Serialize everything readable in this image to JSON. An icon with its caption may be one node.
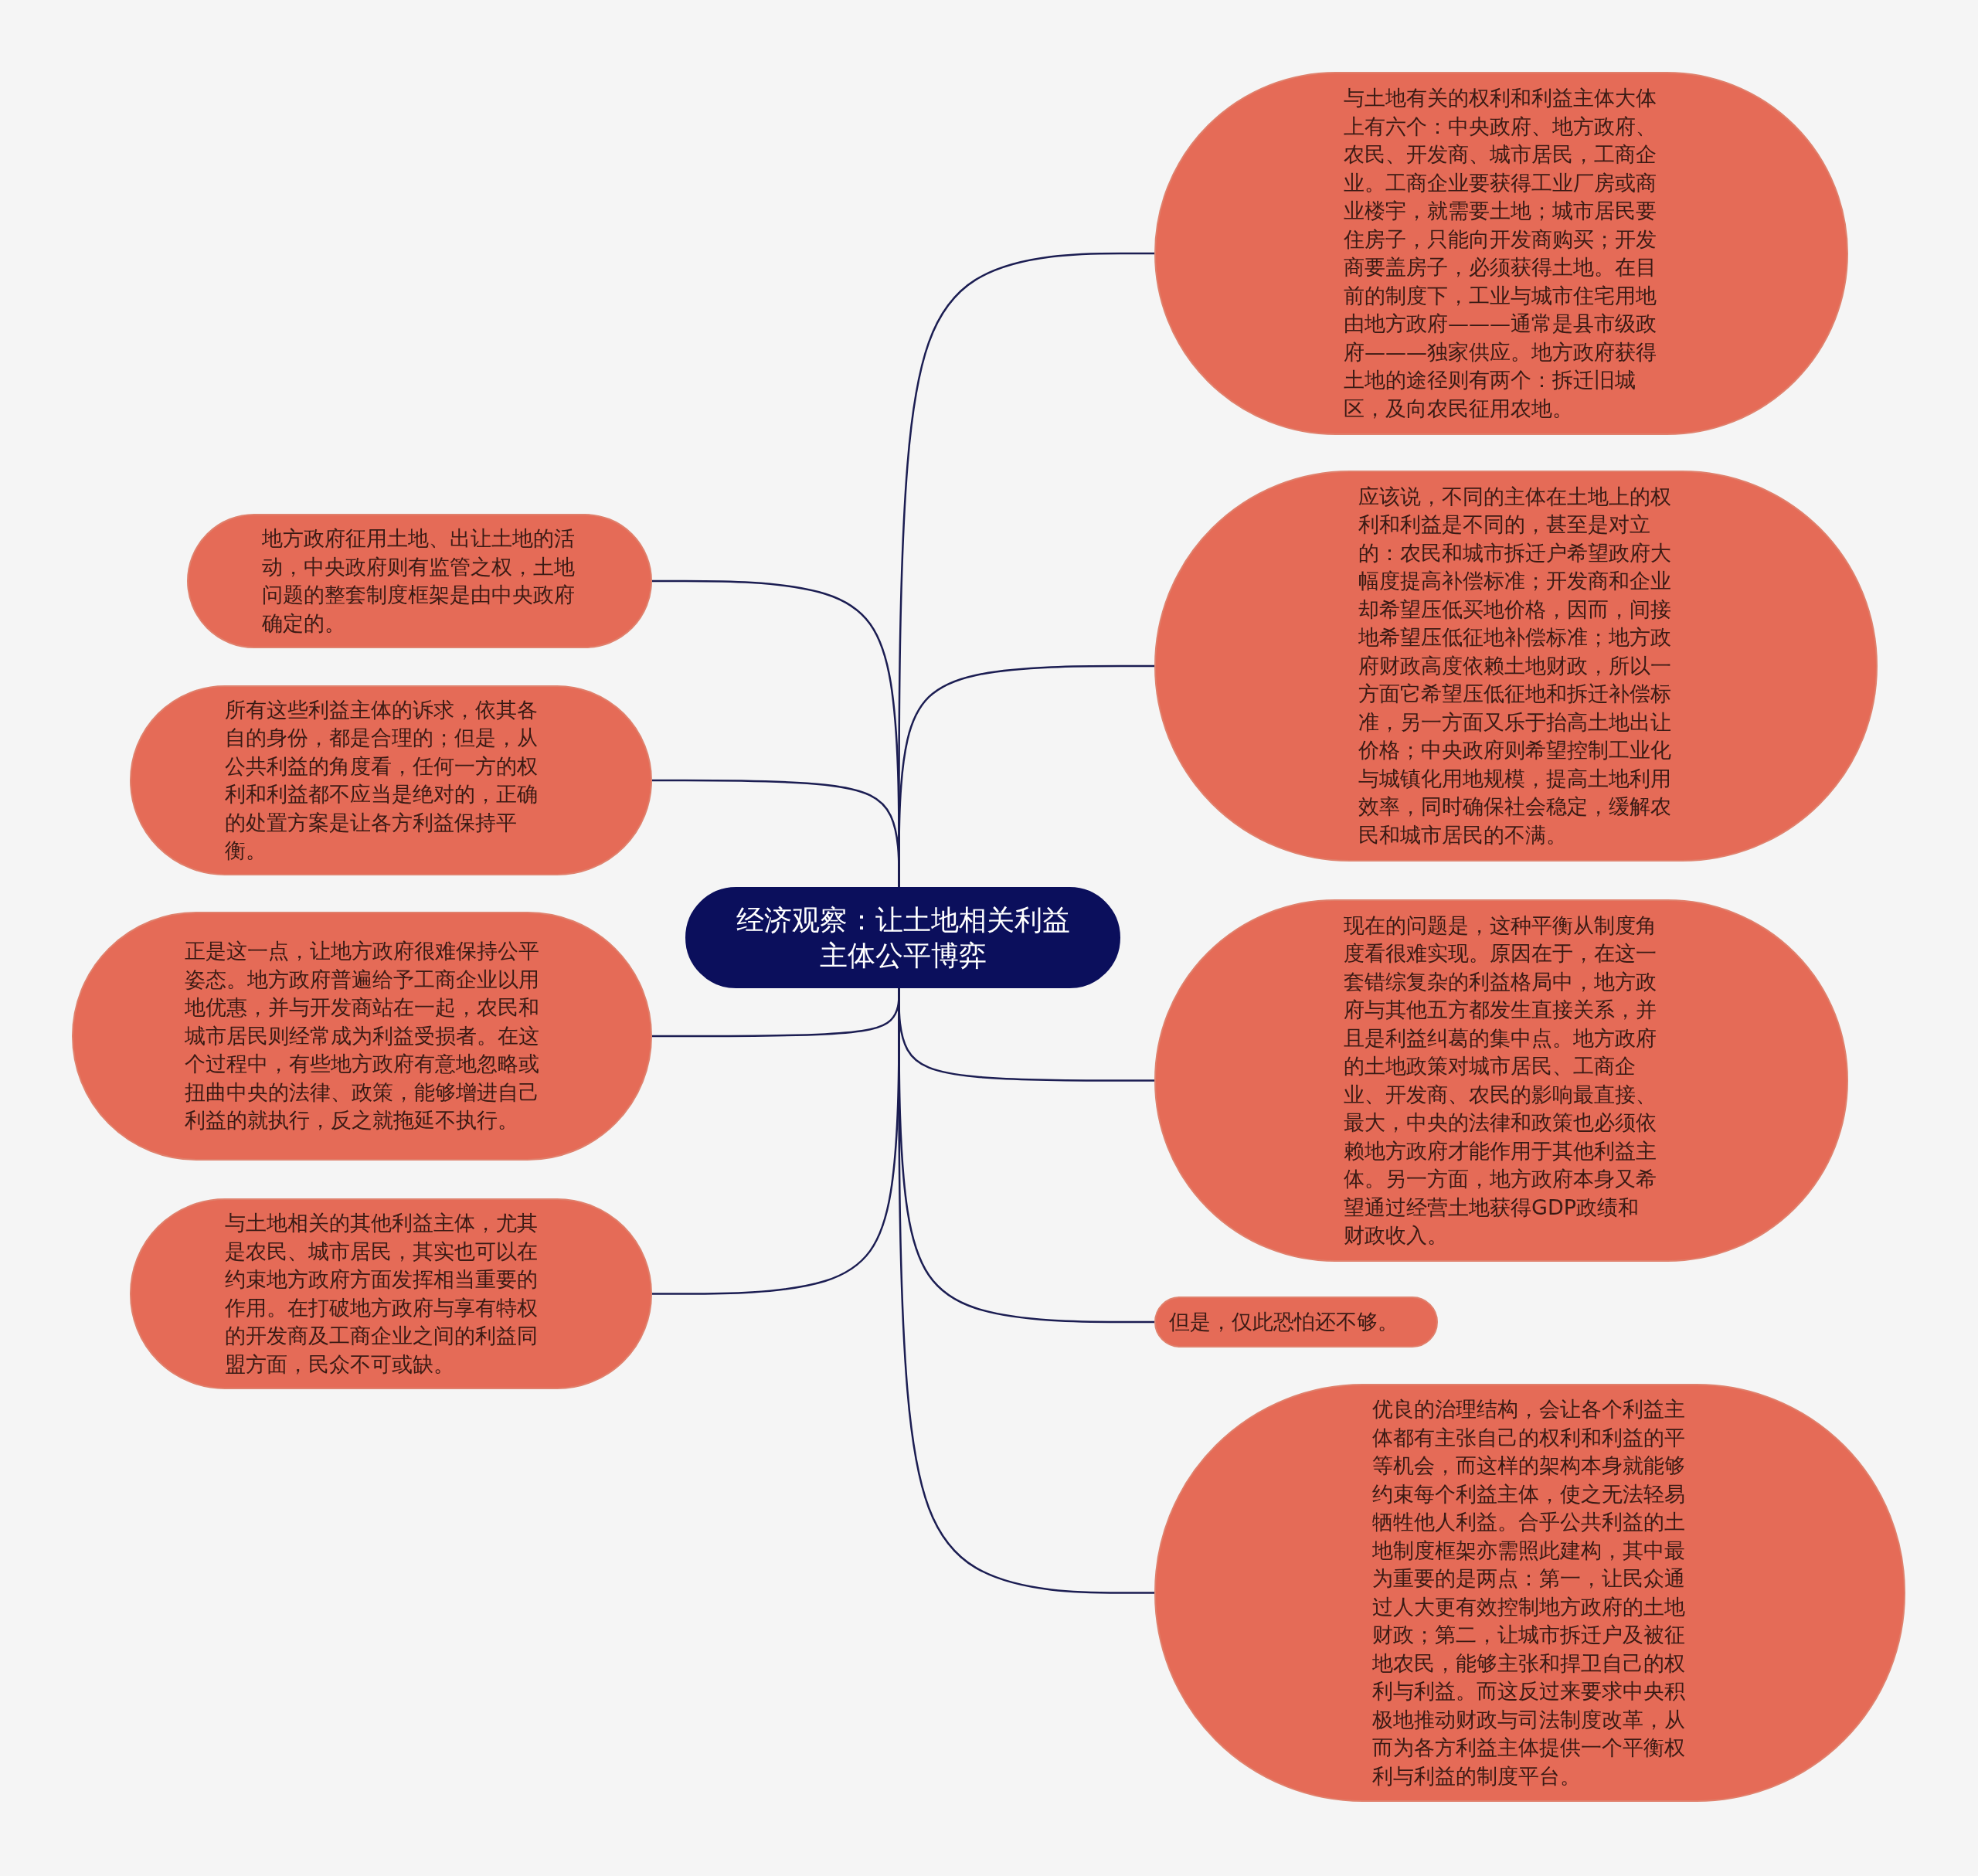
{
  "diagram": {
    "nodes": [
      {
        "text": [
          "经济观察：让土地相关利益主体公平博弈"
        ]
      },
      {
        "text": [
          "与土地有关的权利和利益主体大体上有六个：中央政府、地方政府、农民、开发商、城市居民，工商企业。工商企业要获得工业厂房或商业楼宇，就需要土地；城市居民要住房子，只能向开发商购买；开发商要盖房子，必须获得土地。在目前的制度下，工业与城市住宅用地由地方政府———通常是县市级政府———独家供应。地方政府获得土地的途径则有两个：拆迁旧城区，及向农民征用农地。"
        ]
      },
      {
        "text": [
          "应该说，不同的主体在土地上的权利和利益是不同的，甚至是对立的：农民和城市拆迁户希望政府大幅度提高补偿标准；开发商和企业却希望压低买地价格，因而，间接地希望压低征地补偿标准；地方政府财政高度依赖土地财政，所以一方面它希望压低征地和拆迁补偿标准，另一方面又乐于抬高土地出让价格；中央政府则希望控制工业化与城镇化用地规模，提高土地利用效率，同时确保社会稳定，缓解农民和城市居民的不满。"
        ]
      },
      {
        "text": [
          "现在的问题是，这种平衡从制度角度看很难实现。原因在于，在这一套错综复杂的利益格局中，地方政府与其他五方都发生直接关系，并且是利益纠葛的集中点。地方政府的土地政策对城市居民、工商企业、开发商、农民的影响最直接、最大，中央的法律和政策也必须依赖地方政府才能作用于其他利益主体。另一方面，地方政府本身又希望通过经营土地获得GDP政绩和财政收入。"
        ]
      },
      {
        "text": [
          "但是，仅此恐怕还不够。"
        ]
      },
      {
        "text": [
          "优良的治理结构，会让各个利益主体都有主张自己的权利和利益的平等机会，而这样的架构本身就能够约束每个利益主体，使之无法轻易牺牲他人利益。合乎公共利益的土地制度框架亦需照此建构，其中最为重要的是两点：第一，让民众通过人大更有效控制地方政府的土地财政；第二，让城市拆迁户及被征地农民，能够主张和捍卫自己的权利与利益。而这反过来要求中央积极地推动财政与司法制度改革，从而为各方利益主体提供一个平衡权利与利益的制度平台。"
        ]
      },
      {
        "text": [
          "地方政府征用土地、出让土地的活动，中央政府则有监管之权，土地问题的整套制度框架是由中央政府确定的。"
        ]
      },
      {
        "text": [
          "所有这些利益主体的诉求，依其各自的身份，都是合理的；但是，从公共利益的角度看，任何一方的权利和利益都不应当是绝对的，正确的处置方案是让各方利益保持平衡。"
        ]
      },
      {
        "text": [
          "正是这一点，让地方政府很难保持公平姿态。地方政府普遍给予工商企业以用地优惠，并与开发商站在一起，农民和城市居民则经常成为利益受损者。在这个过程中，有些地方政府有意地忽略或扭曲中央的法律、政策，能够增进自己利益的就执行，反之就拖延不执行。"
        ]
      },
      {
        "text": [
          "与土地相关的其他利益主体，尤其是农民、城市居民，其实也可以在约束地方政府方面发挥相当重要的作用。在打破地方政府与享有特权的开发商及工商企业之间的利益同盟方面，民众不可或缺。"
        ]
      }
    ],
    "edges": [
      {
        "from": 0,
        "to": 1,
        "arrow": "none"
      },
      {
        "from": 0,
        "to": 2,
        "arrow": "none"
      },
      {
        "from": 0,
        "to": 3,
        "arrow": "none"
      },
      {
        "from": 0,
        "to": 4,
        "arrow": "none"
      },
      {
        "from": 0,
        "to": 5,
        "arrow": "none"
      },
      {
        "from": 0,
        "to": 6,
        "arrow": "none"
      },
      {
        "from": 0,
        "to": 7,
        "arrow": "none"
      },
      {
        "from": 0,
        "to": 8,
        "arrow": "none"
      },
      {
        "from": 0,
        "to": 9,
        "arrow": "none"
      }
    ]
  }
}
